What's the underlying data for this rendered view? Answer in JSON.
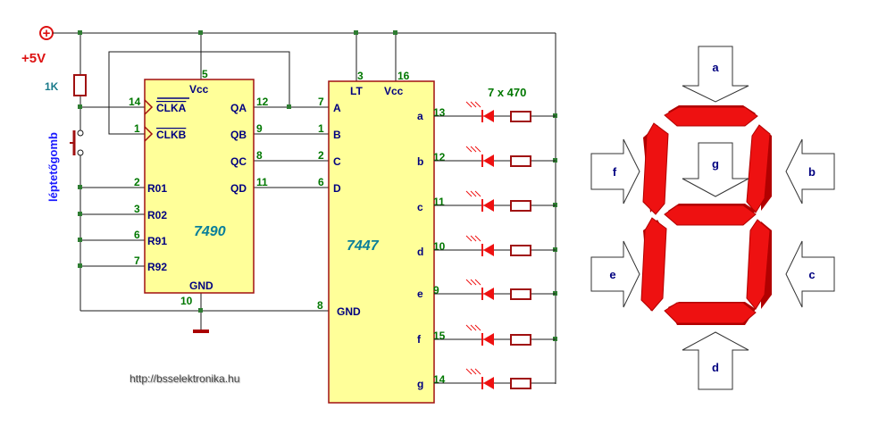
{
  "power": {
    "symbol": "+",
    "label": "+5V"
  },
  "resistor_pullup": {
    "label": "1K"
  },
  "button": {
    "label": "léptetőgomb"
  },
  "ic1": {
    "name": "7490",
    "vcc_label": "Vcc",
    "vcc_pin": "5",
    "gnd_label": "GND",
    "gnd_pin": "10",
    "left_pins": [
      {
        "num": "14",
        "name": "CLKA"
      },
      {
        "num": "1",
        "name": "CLKB"
      },
      {
        "num": "2",
        "name": "R01"
      },
      {
        "num": "3",
        "name": "R02"
      },
      {
        "num": "6",
        "name": "R91"
      },
      {
        "num": "7",
        "name": "R92"
      }
    ],
    "right_pins": [
      {
        "num": "12",
        "name": "QA"
      },
      {
        "num": "9",
        "name": "QB"
      },
      {
        "num": "8",
        "name": "QC"
      },
      {
        "num": "11",
        "name": "QD"
      }
    ]
  },
  "ic2": {
    "name": "7447",
    "lt_label": "LT",
    "lt_pin": "3",
    "vcc_label": "Vcc",
    "vcc_pin": "16",
    "gnd_label": "GND",
    "gnd_pin": "8",
    "left_pins": [
      {
        "num": "7",
        "name": "A"
      },
      {
        "num": "1",
        "name": "B"
      },
      {
        "num": "2",
        "name": "C"
      },
      {
        "num": "6",
        "name": "D"
      }
    ],
    "right_pins": [
      {
        "num": "13",
        "name": "a"
      },
      {
        "num": "12",
        "name": "b"
      },
      {
        "num": "11",
        "name": "c"
      },
      {
        "num": "10",
        "name": "d"
      },
      {
        "num": "9",
        "name": "e"
      },
      {
        "num": "15",
        "name": "f"
      },
      {
        "num": "14",
        "name": "g"
      }
    ]
  },
  "resistor_array": {
    "label": "7 x 470"
  },
  "watermark": "http://bsselektronika.hu",
  "display": {
    "segments": [
      "a",
      "b",
      "c",
      "d",
      "e",
      "f",
      "g"
    ],
    "colors": {
      "segment": "#ee1111",
      "segment_side": "#b20000"
    }
  },
  "colors": {
    "chip_fill": "#ffff99",
    "chip_border": "#a01010",
    "pin_number": "#007700",
    "pin_name": "#000080",
    "power_label": "#dd1111",
    "button_label": "#1a1aff",
    "chip_name": "#0a7f9a"
  }
}
